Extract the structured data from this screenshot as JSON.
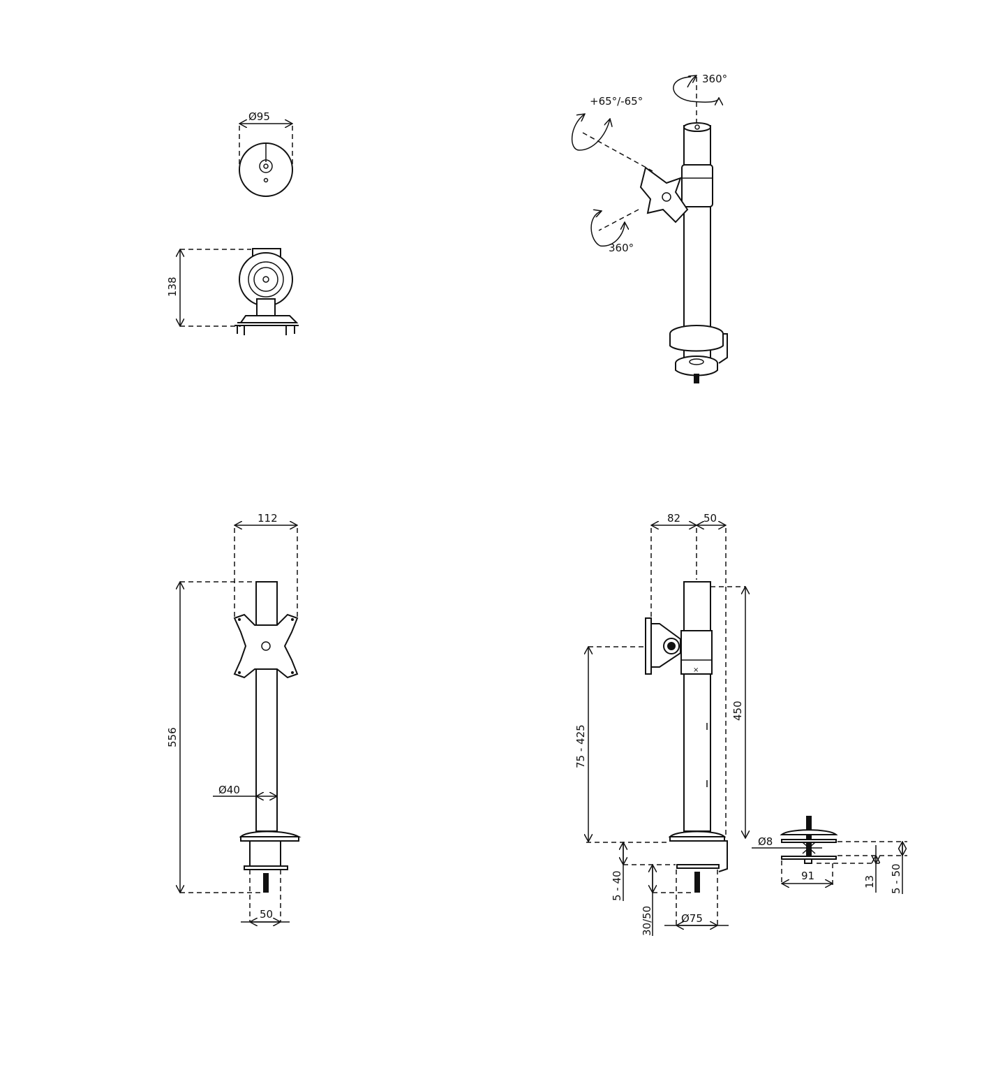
{
  "top_view": {
    "diameter": "Ø95"
  },
  "side_small_view": {
    "height": "138"
  },
  "perspective_view": {
    "rotation_pole": "360°",
    "tilt": "+65°/-65°",
    "rotation_plate": "360°"
  },
  "front_view": {
    "width": "112",
    "height": "556",
    "pole_diameter": "Ø40",
    "clamp_width": "50"
  },
  "side_view": {
    "plate_offset": "82",
    "pole_offset": "50",
    "pole_height": "450",
    "mount_height_range": "75 - 425",
    "bolt_diameter": "Ø8",
    "desk_thickness_clamp": "5 - 40",
    "bolt_length": "30/50",
    "clamp_diameter": "Ø75",
    "grommet_width": "91",
    "grommet_height": "13",
    "desk_thickness_grommet": "5 - 50"
  },
  "colors": {
    "line": "#111111",
    "background": "#ffffff"
  }
}
